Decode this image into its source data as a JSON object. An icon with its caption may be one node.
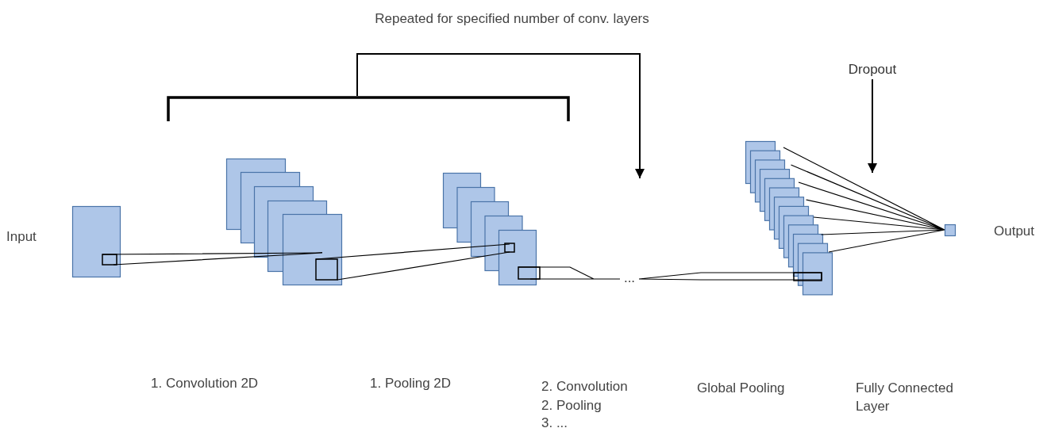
{
  "diagram": {
    "nodes": [
      {
        "text": [],
        "shape": "box",
        "beside": [
          "Input"
        ]
      },
      {
        "text": [],
        "shape": "box"
      },
      {
        "text": [],
        "shape": "box"
      },
      {
        "text": [
          "..."
        ]
      },
      {
        "text": [],
        "shape": "box"
      },
      {
        "text": [],
        "shape": "box",
        "beside": [
          "Output"
        ]
      },
      {
        "text": [
          "Dropout"
        ]
      },
      {
        "text": [],
        "shape": "bracket"
      }
    ],
    "edges": [
      {
        "from": 0,
        "to": 1,
        "arrow": "none"
      },
      {
        "from": 1,
        "to": 2,
        "arrow": "none"
      },
      {
        "from": 2,
        "to": 3,
        "arrow": "none"
      },
      {
        "from": 3,
        "to": 4,
        "arrow": "none"
      },
      {
        "from": 4,
        "to": 5,
        "arrow": "none"
      },
      {
        "from": 7,
        "to": null,
        "arrow": "to"
      },
      {
        "from": 6,
        "to": null,
        "arrow": "to"
      }
    ],
    "labels": [
      "Repeated for specified number of conv. layers",
      "1. Convolution 2D",
      "1. Pooling 2D",
      "2. Convolution",
      "2. Pooling",
      "3. ...",
      "Global Pooling",
      "Fully Connected Layer"
    ]
  }
}
